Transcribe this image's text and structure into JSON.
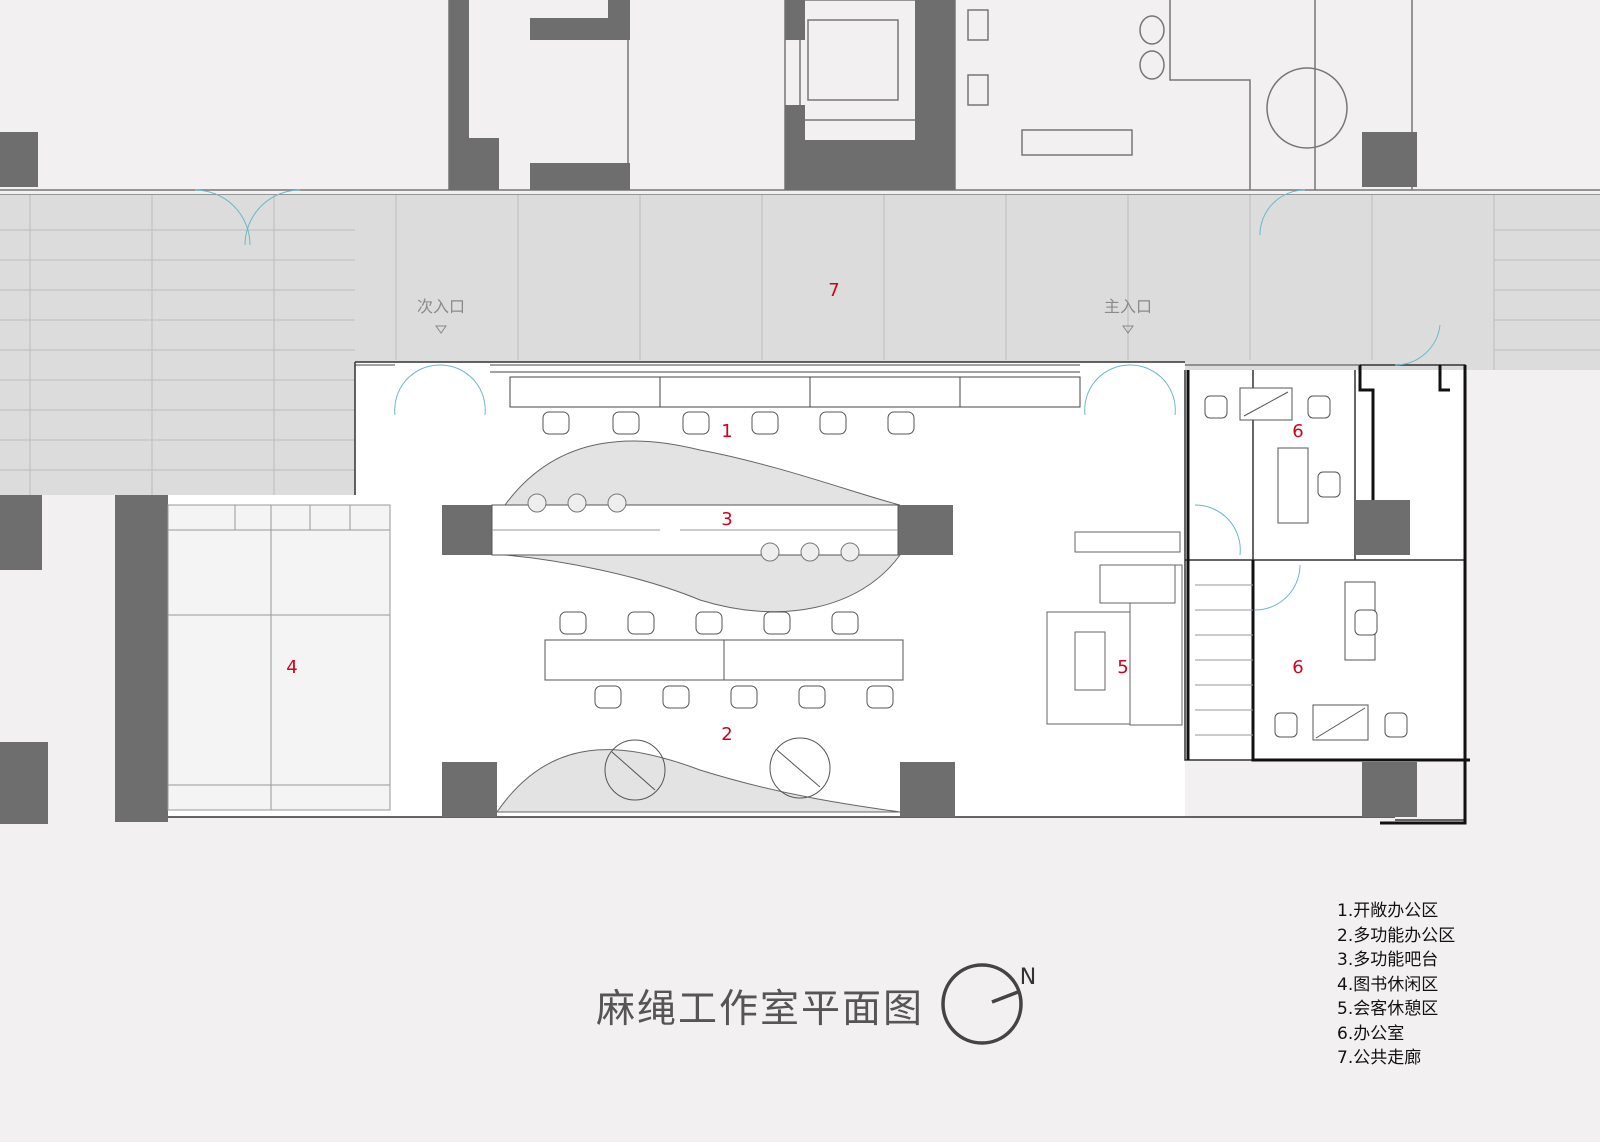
{
  "title": "麻绳工作室平面图",
  "north_label": "N",
  "entrances": {
    "secondary": "次入口",
    "main": "主入口"
  },
  "zone_numbers": {
    "z1": "1",
    "z2": "2",
    "z3": "3",
    "z4": "4",
    "z5": "5",
    "z6a": "6",
    "z6b": "6",
    "z7": "7"
  },
  "legend": [
    "1.开敞办公区",
    "2.多功能办公区",
    "3.多功能吧台",
    "4.图书休闲区",
    "5.会客休憩区",
    "6.办公室",
    "7.公共走廊"
  ],
  "colors": {
    "zone_number": "#d0021b",
    "wall_fill": "#6e6e6e",
    "corridor_fill": "#dcdcdc",
    "background": "#f2f0f0",
    "interior": "#ffffff"
  }
}
